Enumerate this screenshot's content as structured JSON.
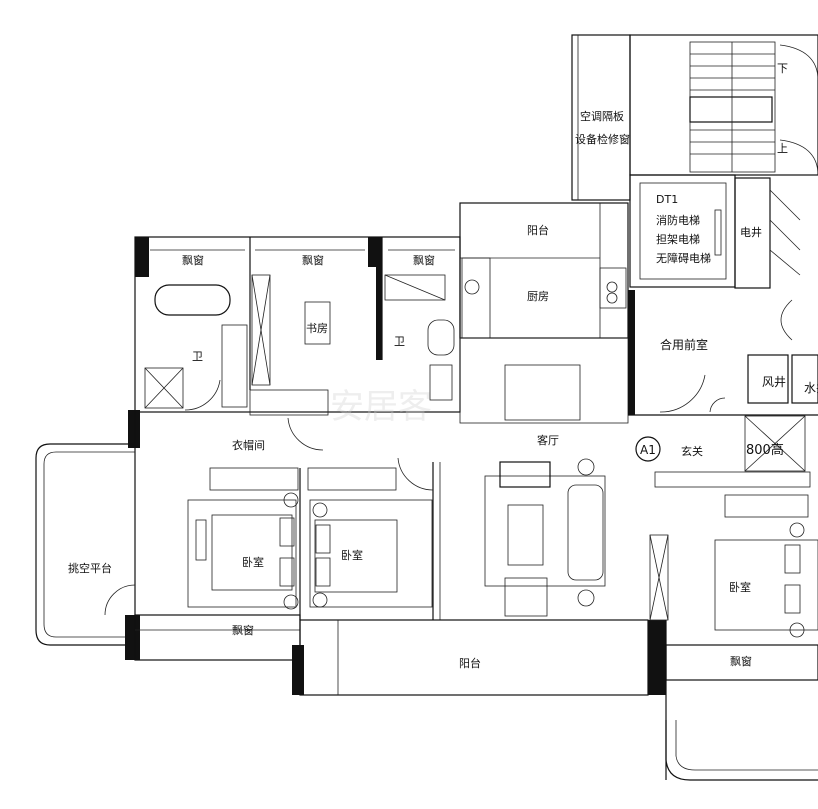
{
  "labels": {
    "room_ac_panel_1": "空调隔板",
    "room_ac_panel_2": "设备检修窗",
    "stair_down": "下",
    "stair_up": "上",
    "elevator_1": "DT1",
    "elevator_2": "消防电梯",
    "elevator_3": "担架电梯",
    "elevator_4": "无障碍电梯",
    "elec_shaft": "电井",
    "balcony_top": "阳台",
    "kitchen": "厨房",
    "bay_window_1": "飘窗",
    "bay_window_2": "飘窗",
    "bay_window_3": "飘窗",
    "bay_window_4": "飘窗",
    "bay_window_5": "飘窗",
    "study": "书房",
    "bath_1": "卫",
    "bath_2": "卫",
    "shared_lobby": "合用前室",
    "vent_shaft": "风井",
    "water_shaft": "水井",
    "closet": "衣帽间",
    "living": "客厅",
    "unit_tag": "A1",
    "entrance": "玄关",
    "cabinet_800": "800高",
    "bedroom_1": "卧室",
    "bedroom_2": "卧室",
    "bedroom_3": "卧室",
    "overhang_platform": "挑空平台",
    "balcony_bottom": "阳台"
  }
}
